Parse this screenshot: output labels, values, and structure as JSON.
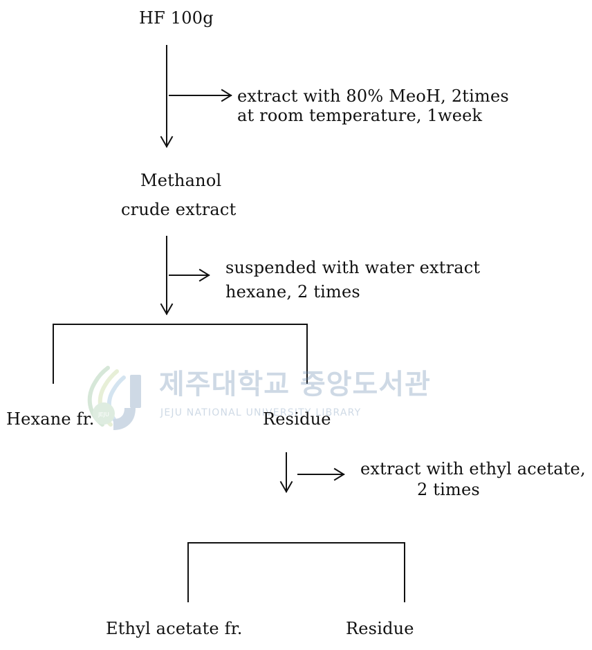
{
  "diagram": {
    "start": "HF 100g",
    "step1": {
      "line1": "extract with 80% MeoH, 2times",
      "line2": "at room temperature, 1week"
    },
    "intermediate": {
      "line1": "Methanol",
      "line2": "crude extract"
    },
    "step2": {
      "line1": "suspended with water extract",
      "line2": "hexane, 2 times"
    },
    "split1": {
      "left": "Hexane fr.",
      "right": "Residue"
    },
    "step3": {
      "line1": "extract with ethyl acetate,",
      "line2": "2 times"
    },
    "split2": {
      "left": "Ethyl acetate fr.",
      "right": "Residue"
    }
  },
  "watermark": {
    "korean": "제주대학교 중앙도서관",
    "english": "JEJU NATIONAL UNIVERSITY LIBRARY",
    "logo_text": "JEJU"
  },
  "colors": {
    "line": "#111111",
    "watermark": "#6d8fb3"
  }
}
